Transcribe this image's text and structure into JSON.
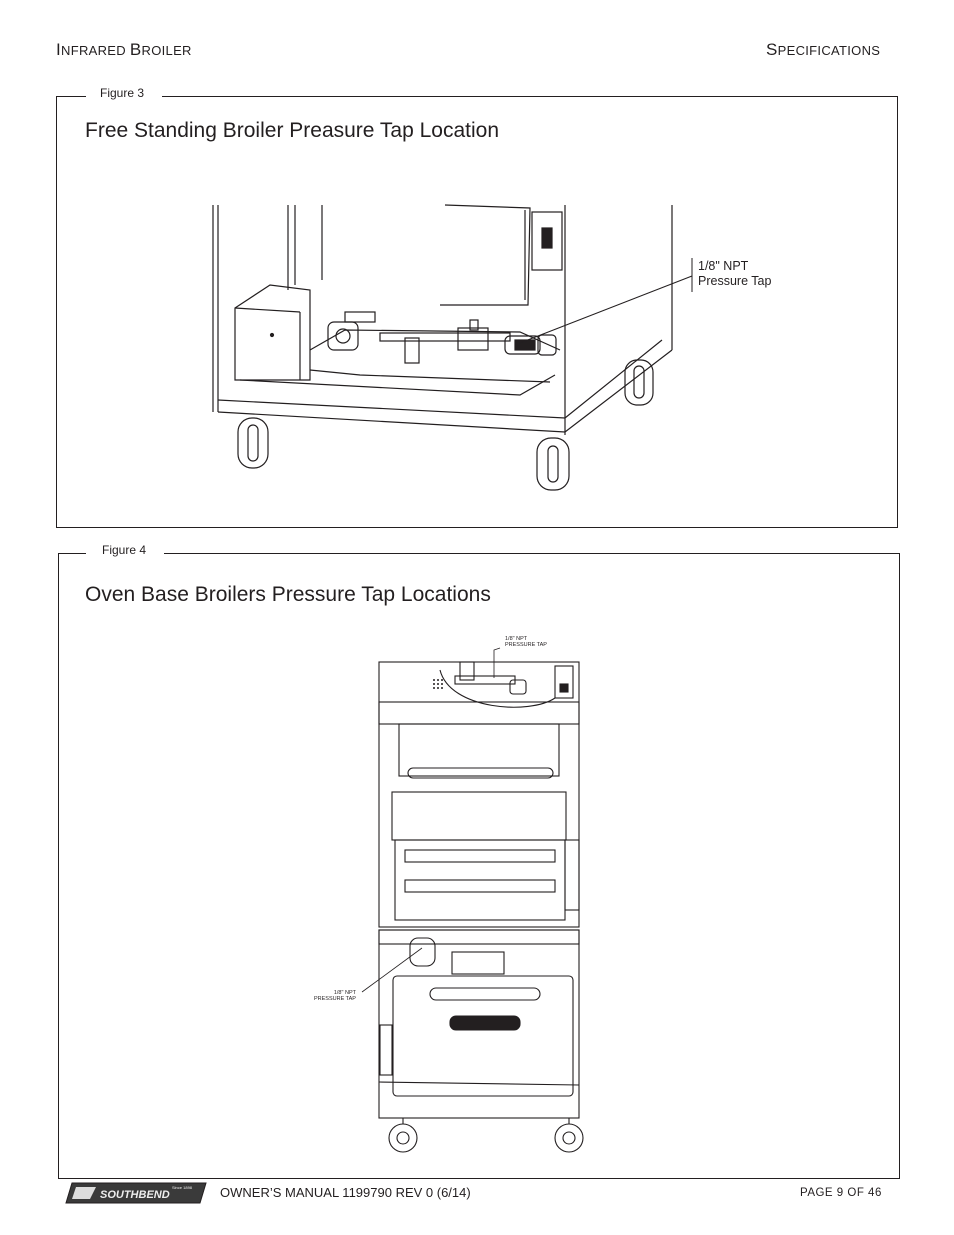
{
  "header": {
    "left_first": "I",
    "left_rest": "NFRARED ",
    "left_second": "B",
    "left_second_rest": "ROILER",
    "right_first": "S",
    "right_rest": "PECIFICATIONS"
  },
  "figure3": {
    "label": "Figure 3",
    "title": "Free Standing Broiler Preasure Tap Location",
    "callout_line1": "1/8\" NPT",
    "callout_line2": "Pressure Tap"
  },
  "figure4": {
    "label": "Figure 4",
    "title": "Oven Base Broilers Pressure Tap Locations",
    "callout_top_line1": "1/8\" NPT",
    "callout_top_line2": "PRESSURE TAP",
    "callout_bottom_line1": "1/8\" NPT",
    "callout_bottom_line2": "PRESSURE TAP"
  },
  "footer": {
    "logo_text": "SOUTHBEND",
    "logo_since": "Since 1898",
    "manual": "OWNER’S MANUAL 1199790 REV 0 (6/14)",
    "page": "PAGE  9  OF 46"
  }
}
